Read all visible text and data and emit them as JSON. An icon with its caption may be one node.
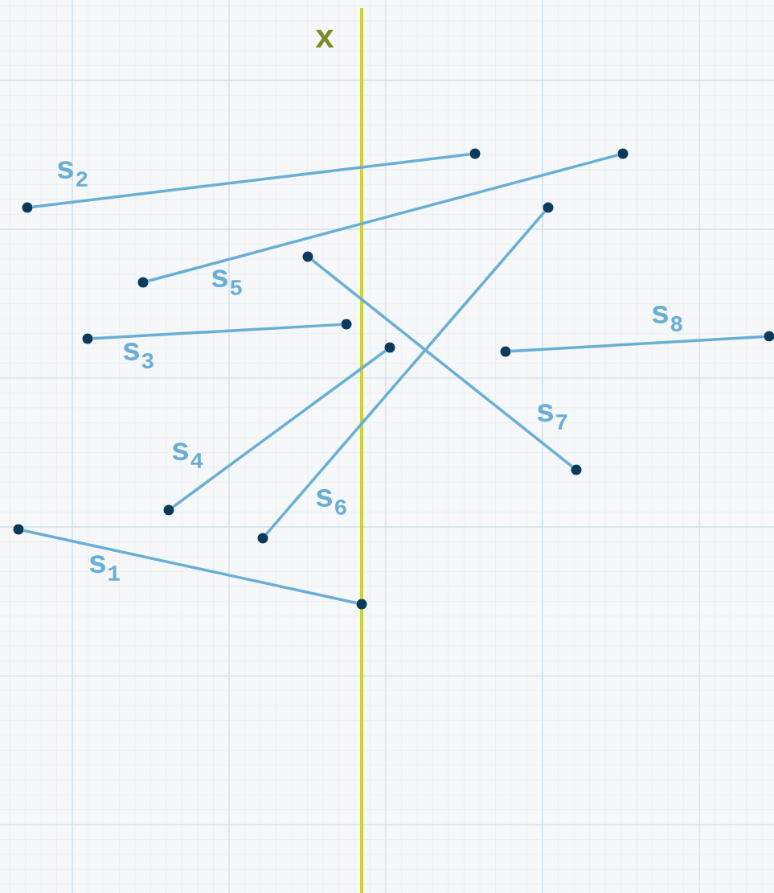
{
  "diagram": {
    "nodes": [
      {
        "text": [],
        "shape": "circle"
      },
      {
        "text": [],
        "shape": "circle"
      },
      {
        "text": [],
        "shape": "circle"
      },
      {
        "text": [],
        "shape": "circle"
      },
      {
        "text": [],
        "shape": "circle"
      },
      {
        "text": [],
        "shape": "circle"
      },
      {
        "text": [],
        "shape": "circle"
      },
      {
        "text": [],
        "shape": "circle"
      },
      {
        "text": [],
        "shape": "circle"
      },
      {
        "text": [],
        "shape": "circle"
      },
      {
        "text": [],
        "shape": "circle"
      },
      {
        "text": [],
        "shape": "circle"
      },
      {
        "text": [],
        "shape": "circle"
      },
      {
        "text": [],
        "shape": "circle"
      },
      {
        "text": [],
        "shape": "circle"
      },
      {
        "text": [],
        "shape": "circle"
      }
    ],
    "edges": [
      {
        "from": 0,
        "to": 8,
        "arrow": "none",
        "label": "s$_{1}$"
      },
      {
        "from": 1,
        "to": 10,
        "arrow": "none",
        "label": "s$_{2}$"
      },
      {
        "from": 2,
        "to": 7,
        "arrow": "none",
        "label": "s$_{3}$"
      },
      {
        "from": 4,
        "to": 9,
        "arrow": "none",
        "label": "s$_{4}$"
      },
      {
        "from": 3,
        "to": 14,
        "arrow": "none",
        "label": "s$_{5}$"
      },
      {
        "from": 5,
        "to": 12,
        "arrow": "none",
        "label": "s$_{6}$"
      },
      {
        "from": 6,
        "to": 13,
        "arrow": "none",
        "label": "s$_{7}$"
      },
      {
        "from": 11,
        "to": 15,
        "arrow": "none",
        "label": "s$_{8}$"
      }
    ],
    "labels": [
      "x"
    ]
  }
}
